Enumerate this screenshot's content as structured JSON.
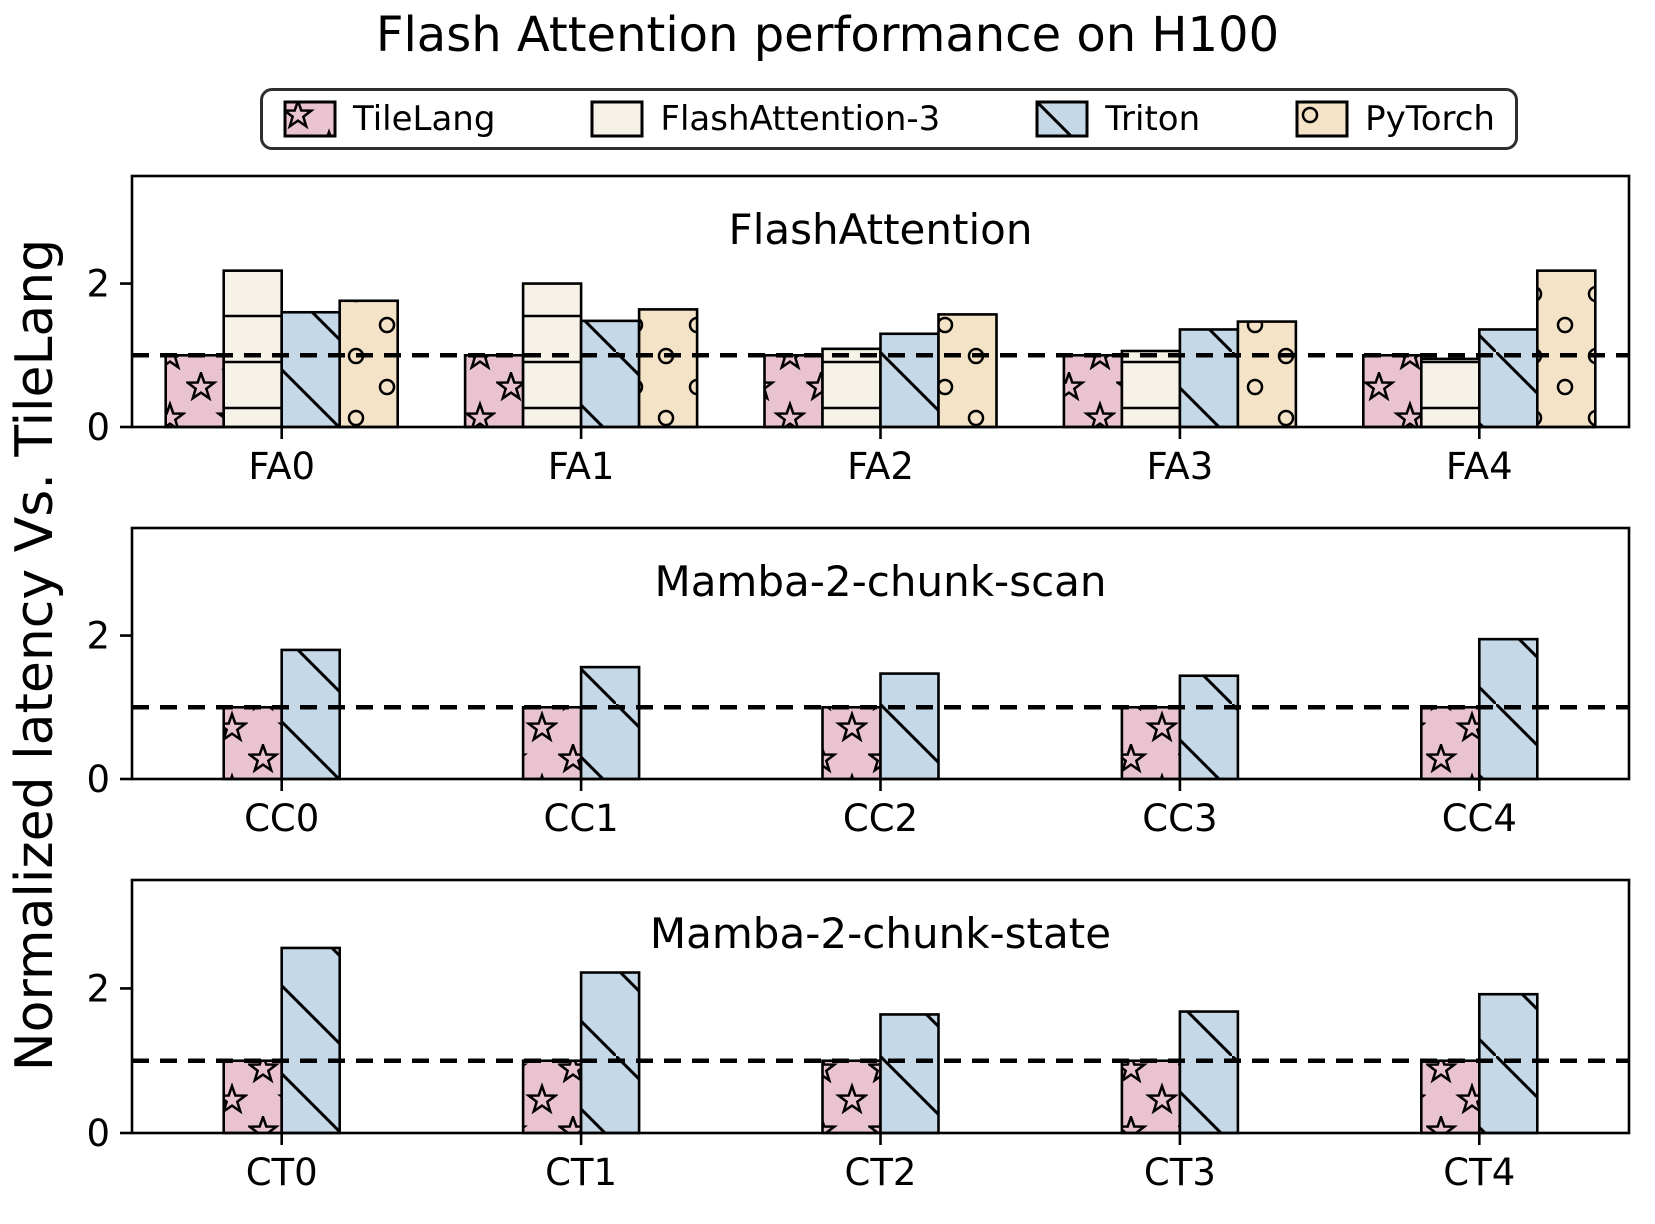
{
  "figure": {
    "title": "Flash Attention performance on H100",
    "ylabel": "Normalized latency Vs. TileLang",
    "background": "#ffffff",
    "text_color": "#000000",
    "edge_color": "#000000",
    "legend_border_color": "#2e2e2e"
  },
  "legend": {
    "position": "top",
    "items": [
      {
        "key": "tilelang",
        "label": "TileLang",
        "color": "#e9c3d0",
        "hatch": "star"
      },
      {
        "key": "flashattention3",
        "label": "FlashAttention-3",
        "color": "#f6f2e7",
        "hatch": "hline"
      },
      {
        "key": "triton",
        "label": "Triton",
        "color": "#c5d8e8",
        "hatch": "backslash"
      },
      {
        "key": "pytorch",
        "label": "PyTorch",
        "color": "#f4e3c6",
        "hatch": "circle"
      }
    ]
  },
  "chart_data": [
    {
      "type": "bar",
      "title": "FlashAttention",
      "categories": [
        "FA0",
        "FA1",
        "FA2",
        "FA3",
        "FA4"
      ],
      "series": [
        {
          "key": "tilelang",
          "name": "TileLang",
          "values": [
            1.0,
            1.0,
            1.0,
            1.0,
            1.0
          ]
        },
        {
          "key": "flashattention3",
          "name": "FlashAttention-3",
          "values": [
            2.18,
            2.0,
            1.09,
            1.06,
            0.95
          ]
        },
        {
          "key": "triton",
          "name": "Triton",
          "values": [
            1.6,
            1.48,
            1.3,
            1.36,
            1.36
          ]
        },
        {
          "key": "pytorch",
          "name": "PyTorch",
          "values": [
            1.76,
            1.64,
            1.57,
            1.47,
            2.18
          ]
        }
      ],
      "ylim": [
        0,
        3.5
      ],
      "yticks": [
        0,
        2
      ],
      "reference_line": 1.0,
      "grid": false
    },
    {
      "type": "bar",
      "title": "Mamba-2-chunk-scan",
      "categories": [
        "CC0",
        "CC1",
        "CC2",
        "CC3",
        "CC4"
      ],
      "series": [
        {
          "key": "tilelang",
          "name": "TileLang",
          "values": [
            1.0,
            1.0,
            1.0,
            1.0,
            1.0
          ]
        },
        {
          "key": "triton",
          "name": "Triton",
          "values": [
            1.8,
            1.56,
            1.47,
            1.44,
            1.95
          ]
        }
      ],
      "ylim": [
        0,
        3.5
      ],
      "yticks": [
        0,
        2
      ],
      "reference_line": 1.0,
      "grid": false
    },
    {
      "type": "bar",
      "title": "Mamba-2-chunk-state",
      "categories": [
        "CT0",
        "CT1",
        "CT2",
        "CT3",
        "CT4"
      ],
      "series": [
        {
          "key": "tilelang",
          "name": "TileLang",
          "values": [
            1.0,
            1.0,
            1.0,
            1.0,
            1.0
          ]
        },
        {
          "key": "triton",
          "name": "Triton",
          "values": [
            2.56,
            2.22,
            1.64,
            1.68,
            1.92
          ]
        }
      ],
      "ylim": [
        0,
        3.5
      ],
      "yticks": [
        0,
        2
      ],
      "reference_line": 1.0,
      "grid": false
    }
  ]
}
